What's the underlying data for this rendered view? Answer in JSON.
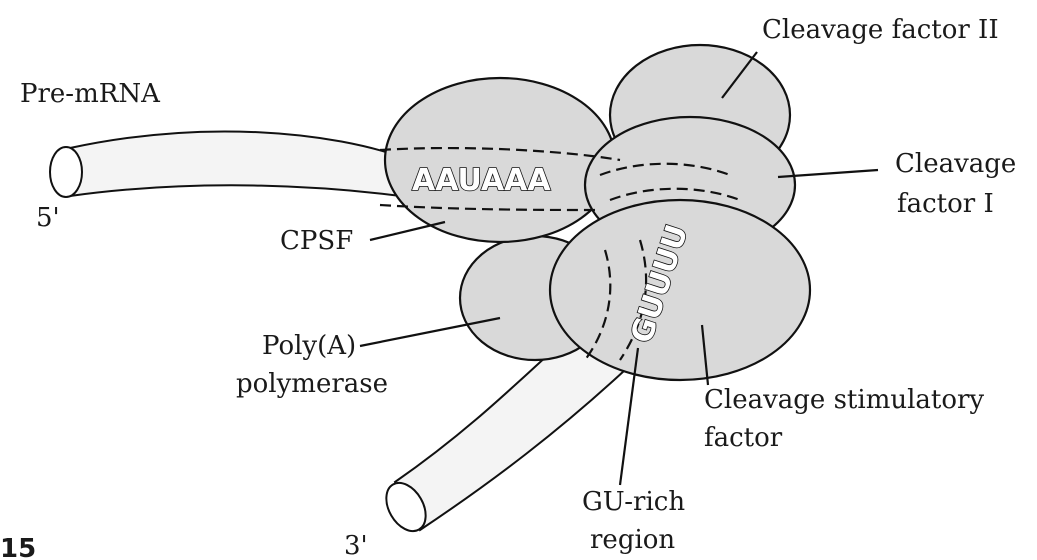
{
  "labels": {
    "pre_mrna": "Pre-mRNA",
    "five_prime": "5'",
    "three_prime": "3'",
    "cpsf": "CPSF",
    "cleavage_factor_ii": "Cleavage factor II",
    "cleavage_factor_i_line1": "Cleavage",
    "cleavage_factor_i_line2": "factor I",
    "polya_line1": "Poly(A)",
    "polya_line2": "polymerase",
    "csf_line1": "Cleavage stimulatory",
    "csf_line2": "factor",
    "gu_line1": "GU-rich",
    "gu_line2": "region",
    "figure_number_fragment": "15"
  },
  "sequences": {
    "aauaaa": "AAUAAA",
    "guuuu": "GUUUU"
  }
}
